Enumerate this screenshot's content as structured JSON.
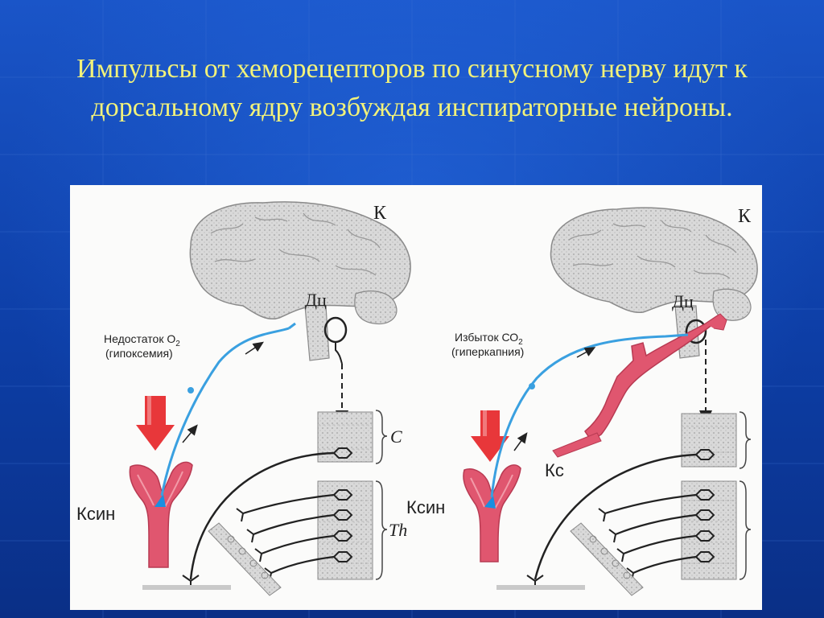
{
  "slide": {
    "title": "Импульсы от хеморецепторов по синусному нерву идут к дорсальному ядру возбуждая инспираторные нейроны."
  },
  "colors": {
    "background": "#1243b0",
    "title_text": "#f2f27a",
    "vessel": "#e0566f",
    "nerve": "#3aa0e0",
    "arrow": "#e8373a"
  },
  "diagram_left": {
    "cortex_label": "К",
    "center_label": "Дц",
    "stimulus_line1": "Недостаток О",
    "stimulus_sub": "2",
    "stimulus_line2": "(гипоксемия)",
    "cervical_label": "C",
    "thoracic_label": "Th",
    "sinus_label": "Ксин"
  },
  "diagram_right": {
    "cortex_label": "К",
    "center_label": "Дц",
    "stimulus_line1": "Избыток СО",
    "stimulus_sub": "2",
    "stimulus_line2": "(гиперкапния)",
    "artery_label": "Кс",
    "sinus_label": "Ксин"
  }
}
